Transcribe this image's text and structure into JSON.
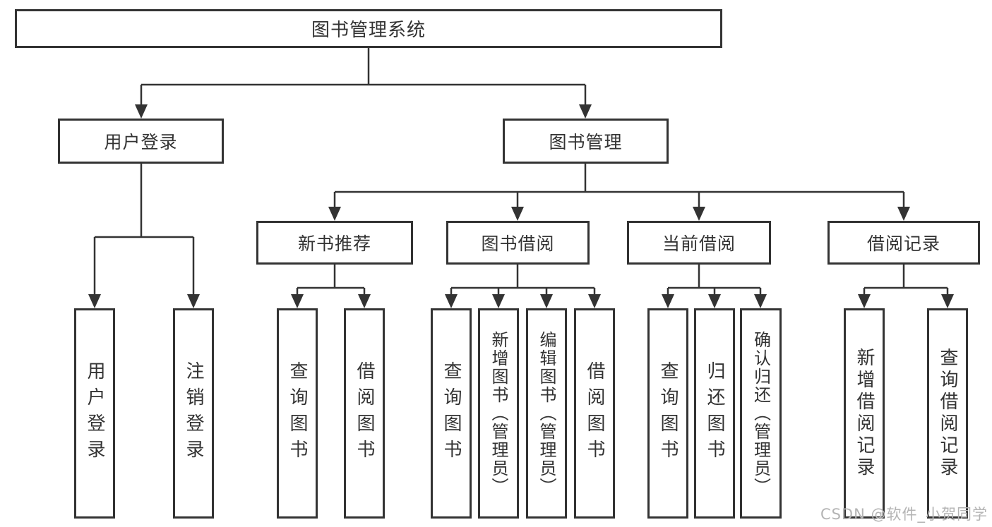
{
  "tree": {
    "label": "图书管理系统",
    "children": [
      {
        "label": "用户登录",
        "children": [
          {
            "label": "用户登录"
          },
          {
            "label": "注销登录"
          }
        ]
      },
      {
        "label": "图书管理",
        "children": [
          {
            "label": "新书推荐",
            "children": [
              {
                "label": "查询图书"
              },
              {
                "label": "借阅图书"
              }
            ]
          },
          {
            "label": "图书借阅",
            "children": [
              {
                "label": "查询图书"
              },
              {
                "label": "新增图书（管理员）"
              },
              {
                "label": "编辑图书（管理员）"
              },
              {
                "label": "借阅图书"
              }
            ]
          },
          {
            "label": "当前借阅",
            "children": [
              {
                "label": "查询图书"
              },
              {
                "label": "归还图书"
              },
              {
                "label": "确认归还（管理员）"
              }
            ]
          },
          {
            "label": "借阅记录",
            "children": [
              {
                "label": "新增借阅记录"
              },
              {
                "label": "查询借阅记录"
              }
            ]
          }
        ]
      }
    ]
  },
  "watermark": "CSDN @软件_小贺同学",
  "colors": {
    "line": "#333333",
    "text": "#333333",
    "watermark": "#b4b4b4",
    "background": "#ffffff"
  }
}
